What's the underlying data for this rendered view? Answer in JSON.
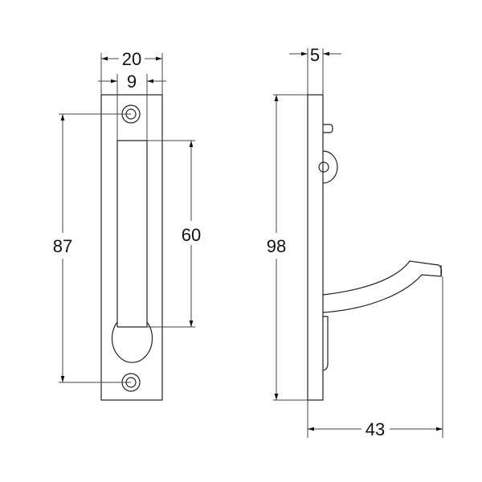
{
  "drawing": {
    "type": "technical-dimension-drawing",
    "views": [
      {
        "name": "front-view",
        "description": "Flush pull handle plate with two screw holes and recessed slot"
      },
      {
        "name": "side-view",
        "description": "Side profile with curved lever arm"
      }
    ],
    "dimensions": {
      "front_width": "20",
      "front_slot_width": "9",
      "front_hole_spacing": "87",
      "front_slot_length": "60",
      "side_thickness": "5",
      "side_height": "98",
      "side_depth": "43"
    },
    "colors": {
      "stroke": "#222222",
      "background": "#ffffff"
    }
  }
}
